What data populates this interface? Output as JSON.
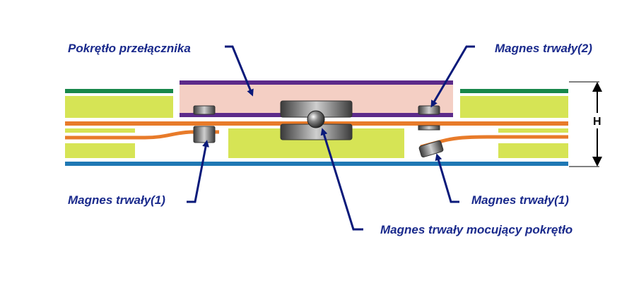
{
  "labels": {
    "knob": "Pokrętło przełącznika",
    "magnet2": "Magnes trwały(2)",
    "magnet1_left": "Magnes trwały(1)",
    "magnet1_right": "Magnes trwały(1)",
    "mounting_magnet": "Magnes trwały mocujący pokrętło",
    "height": "H"
  },
  "colors": {
    "label_text": "#1a2a8c",
    "arrow": "#0a1a7a",
    "knob_fill": "#f4cfc4",
    "purple": "#5c2a8a",
    "green_top": "#17874a",
    "lime": "#d6e455",
    "orange": "#e87b2a",
    "blue_bottom": "#1f78b4",
    "magnet_gray": "#6e6e6e"
  }
}
